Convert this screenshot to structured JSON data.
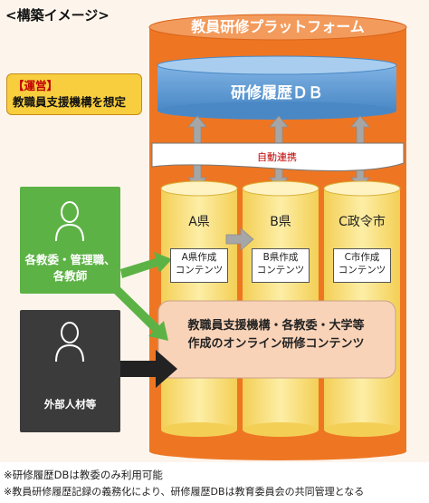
{
  "heading": "<構築イメージ>",
  "note": {
    "line1": "【運営】",
    "line2": "教職員支援機構を想定"
  },
  "platform": {
    "title": "教員研修プラットフォーム",
    "db_label": "研修履歴ＤＢ",
    "sync_label": "自動連携"
  },
  "prefectures": [
    {
      "name": "A県",
      "content_line1": "A県作成",
      "content_line2": "コンテンツ"
    },
    {
      "name": "B県",
      "content_line1": "B県作成",
      "content_line2": "コンテンツ"
    },
    {
      "name": "C政令市",
      "content_line1": "C市作成",
      "content_line2": "コンテンツ"
    }
  ],
  "actors": {
    "teachers_line1": "各教委・管理職、",
    "teachers_line2": "各教師",
    "external": "外部人材等"
  },
  "online": {
    "line1": "教職員支援機構・各教委・大学等",
    "line2": "作成のオンライン研修コンテンツ"
  },
  "footnotes": [
    "※研修履歴DBは教委のみ利用可能",
    "※教員研修履歴記録の義務化により、研修履歴DBは教育委員会の共同管理となる"
  ],
  "colors": {
    "platform_orange": "#ee7623",
    "db_blue": "#5b9bd5",
    "cylinder_yellow": "#fbe38a",
    "online_peach": "#f9d3b8",
    "teachers_green": "#5db246",
    "external_dark": "#3b3b3b",
    "note_yellow": "#f8ce3e",
    "accent_red": "#c00000"
  },
  "icons": [
    "person-outline-icon",
    "person-outline-icon"
  ]
}
